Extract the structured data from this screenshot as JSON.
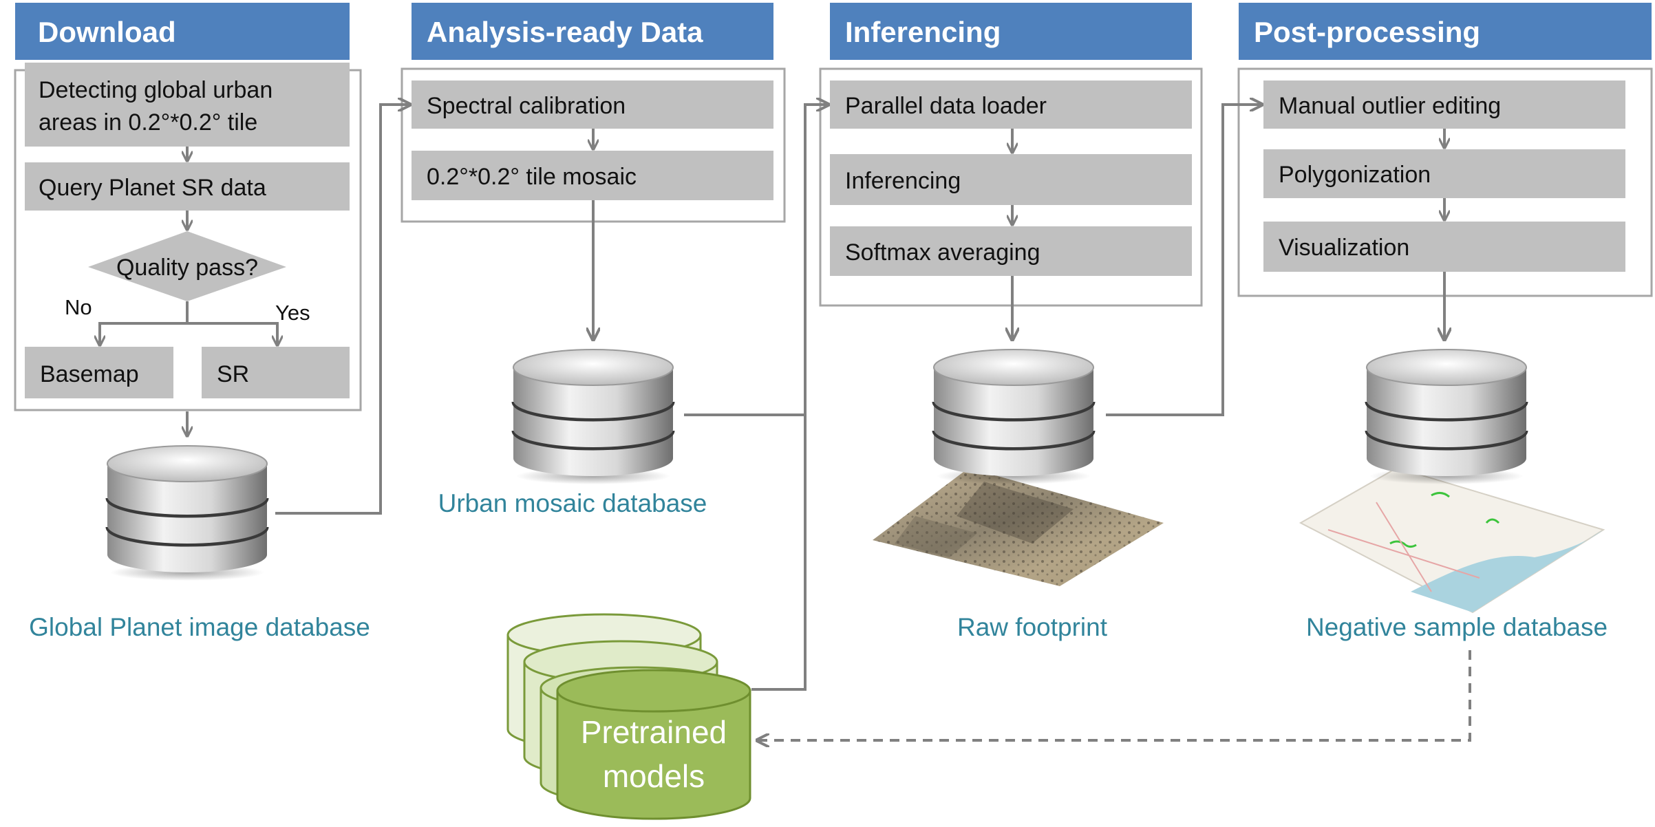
{
  "colors": {
    "header": "#4f81bd",
    "step": "#c0c0c0",
    "frame": "#a6a6a6",
    "label": "#31849b",
    "model_fill": "#9bbb59",
    "model_light": "#ebf1dd",
    "connector": "#808080"
  },
  "download": {
    "title": "Download",
    "detect_line1": "Detecting global urban",
    "detect_line2": "areas in 0.2°*0.2° tile",
    "query": "Query Planet SR data",
    "decision": "Quality pass?",
    "no": "No",
    "yes": "Yes",
    "basemap": "Basemap",
    "sr": "SR"
  },
  "ard": {
    "title": "Analysis-ready Data",
    "calibration": "Spectral calibration",
    "mosaic": "0.2°*0.2° tile mosaic"
  },
  "inferencing": {
    "title": "Inferencing",
    "loader": "Parallel data loader",
    "step": "Inferencing",
    "softmax": "Softmax averaging"
  },
  "postprocessing": {
    "title": "Post-processing",
    "outlier": "Manual outlier editing",
    "polygon": "Polygonization",
    "visual": "Visualization"
  },
  "databases": {
    "global": "Global Planet image database",
    "mosaic": "Urban mosaic database",
    "raw": "Raw footprint",
    "negative": "Negative sample database"
  },
  "models": {
    "line1": "Pretrained",
    "line2": "models"
  },
  "icons": {
    "database": "database-cylinder-icon",
    "satellite": "satellite-image-tile-icon",
    "map": "map-tile-icon"
  }
}
